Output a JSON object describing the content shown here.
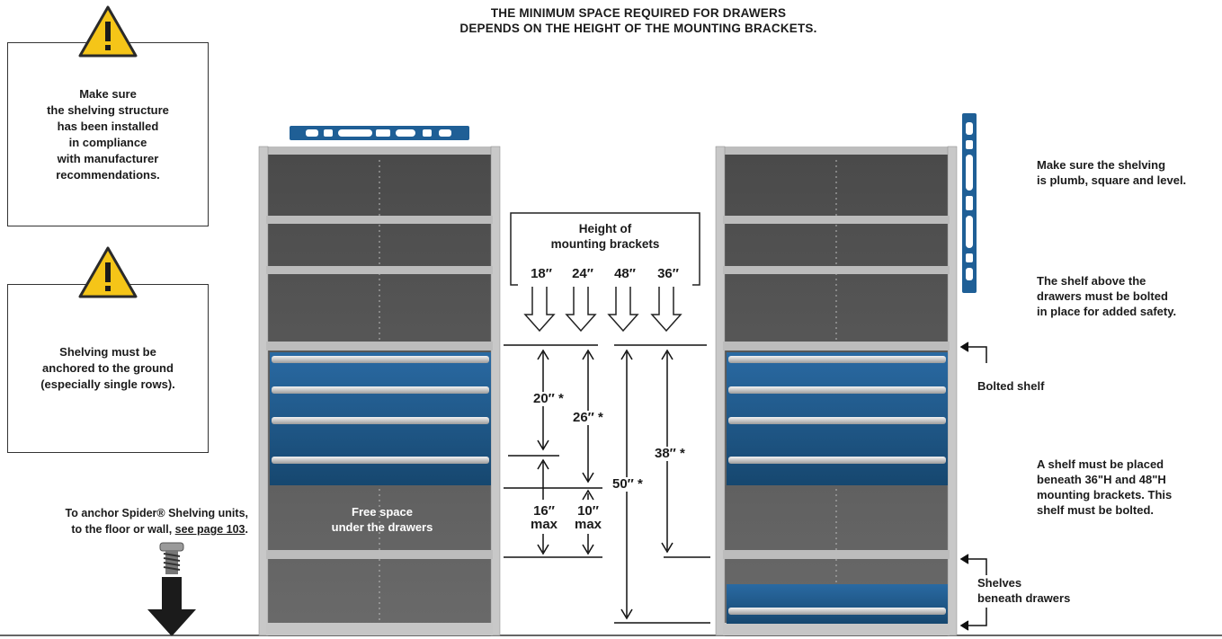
{
  "title": {
    "line1": "THE MINIMUM SPACE REQUIRED FOR DRAWERS",
    "line2": "DEPENDS ON THE HEIGHT OF THE MOUNTING BRACKETS."
  },
  "warning1": "Make sure\nthe shelving structure\nhas been installed\nin compliance\nwith manufacturer\nrecommendations.",
  "warning2": "Shelving must be\nanchored to the ground\n(especially single rows).",
  "anchor_note": {
    "line1": "To anchor Spider® Shelving units,",
    "line2_prefix": "to the floor or wall, ",
    "link": "see page 103",
    "line2_suffix": "."
  },
  "brackets": {
    "title_line1": "Height of",
    "title_line2": "mounting brackets",
    "heights": [
      "18″",
      "24″",
      "48″",
      "36″"
    ]
  },
  "dimensions": {
    "d20": "20″ *",
    "d26": "26″ *",
    "d38": "38″ *",
    "d50": "50″ *",
    "d16": "16″",
    "d10": "10″",
    "max": "max"
  },
  "free_space": "Free space\nunder the drawers",
  "right_notes": {
    "plumb": "Make sure the shelving\nis plumb, square and level.",
    "bolted_above": "The shelf above the\ndrawers must be bolted\nin place for added safety.",
    "bolted_shelf": "Bolted shelf",
    "beneath": "A shelf must be placed\nbeneath 36\"H and 48\"H\nmounting brackets. This\nshelf must be bolted.",
    "shelves_beneath": "Shelves\nbeneath drawers"
  },
  "colors": {
    "drawer_blue": "#1f5f96",
    "shelf_gray": "#5a5a5a",
    "warning_yellow": "#f5c518",
    "level_blue": "#1f5f96"
  }
}
